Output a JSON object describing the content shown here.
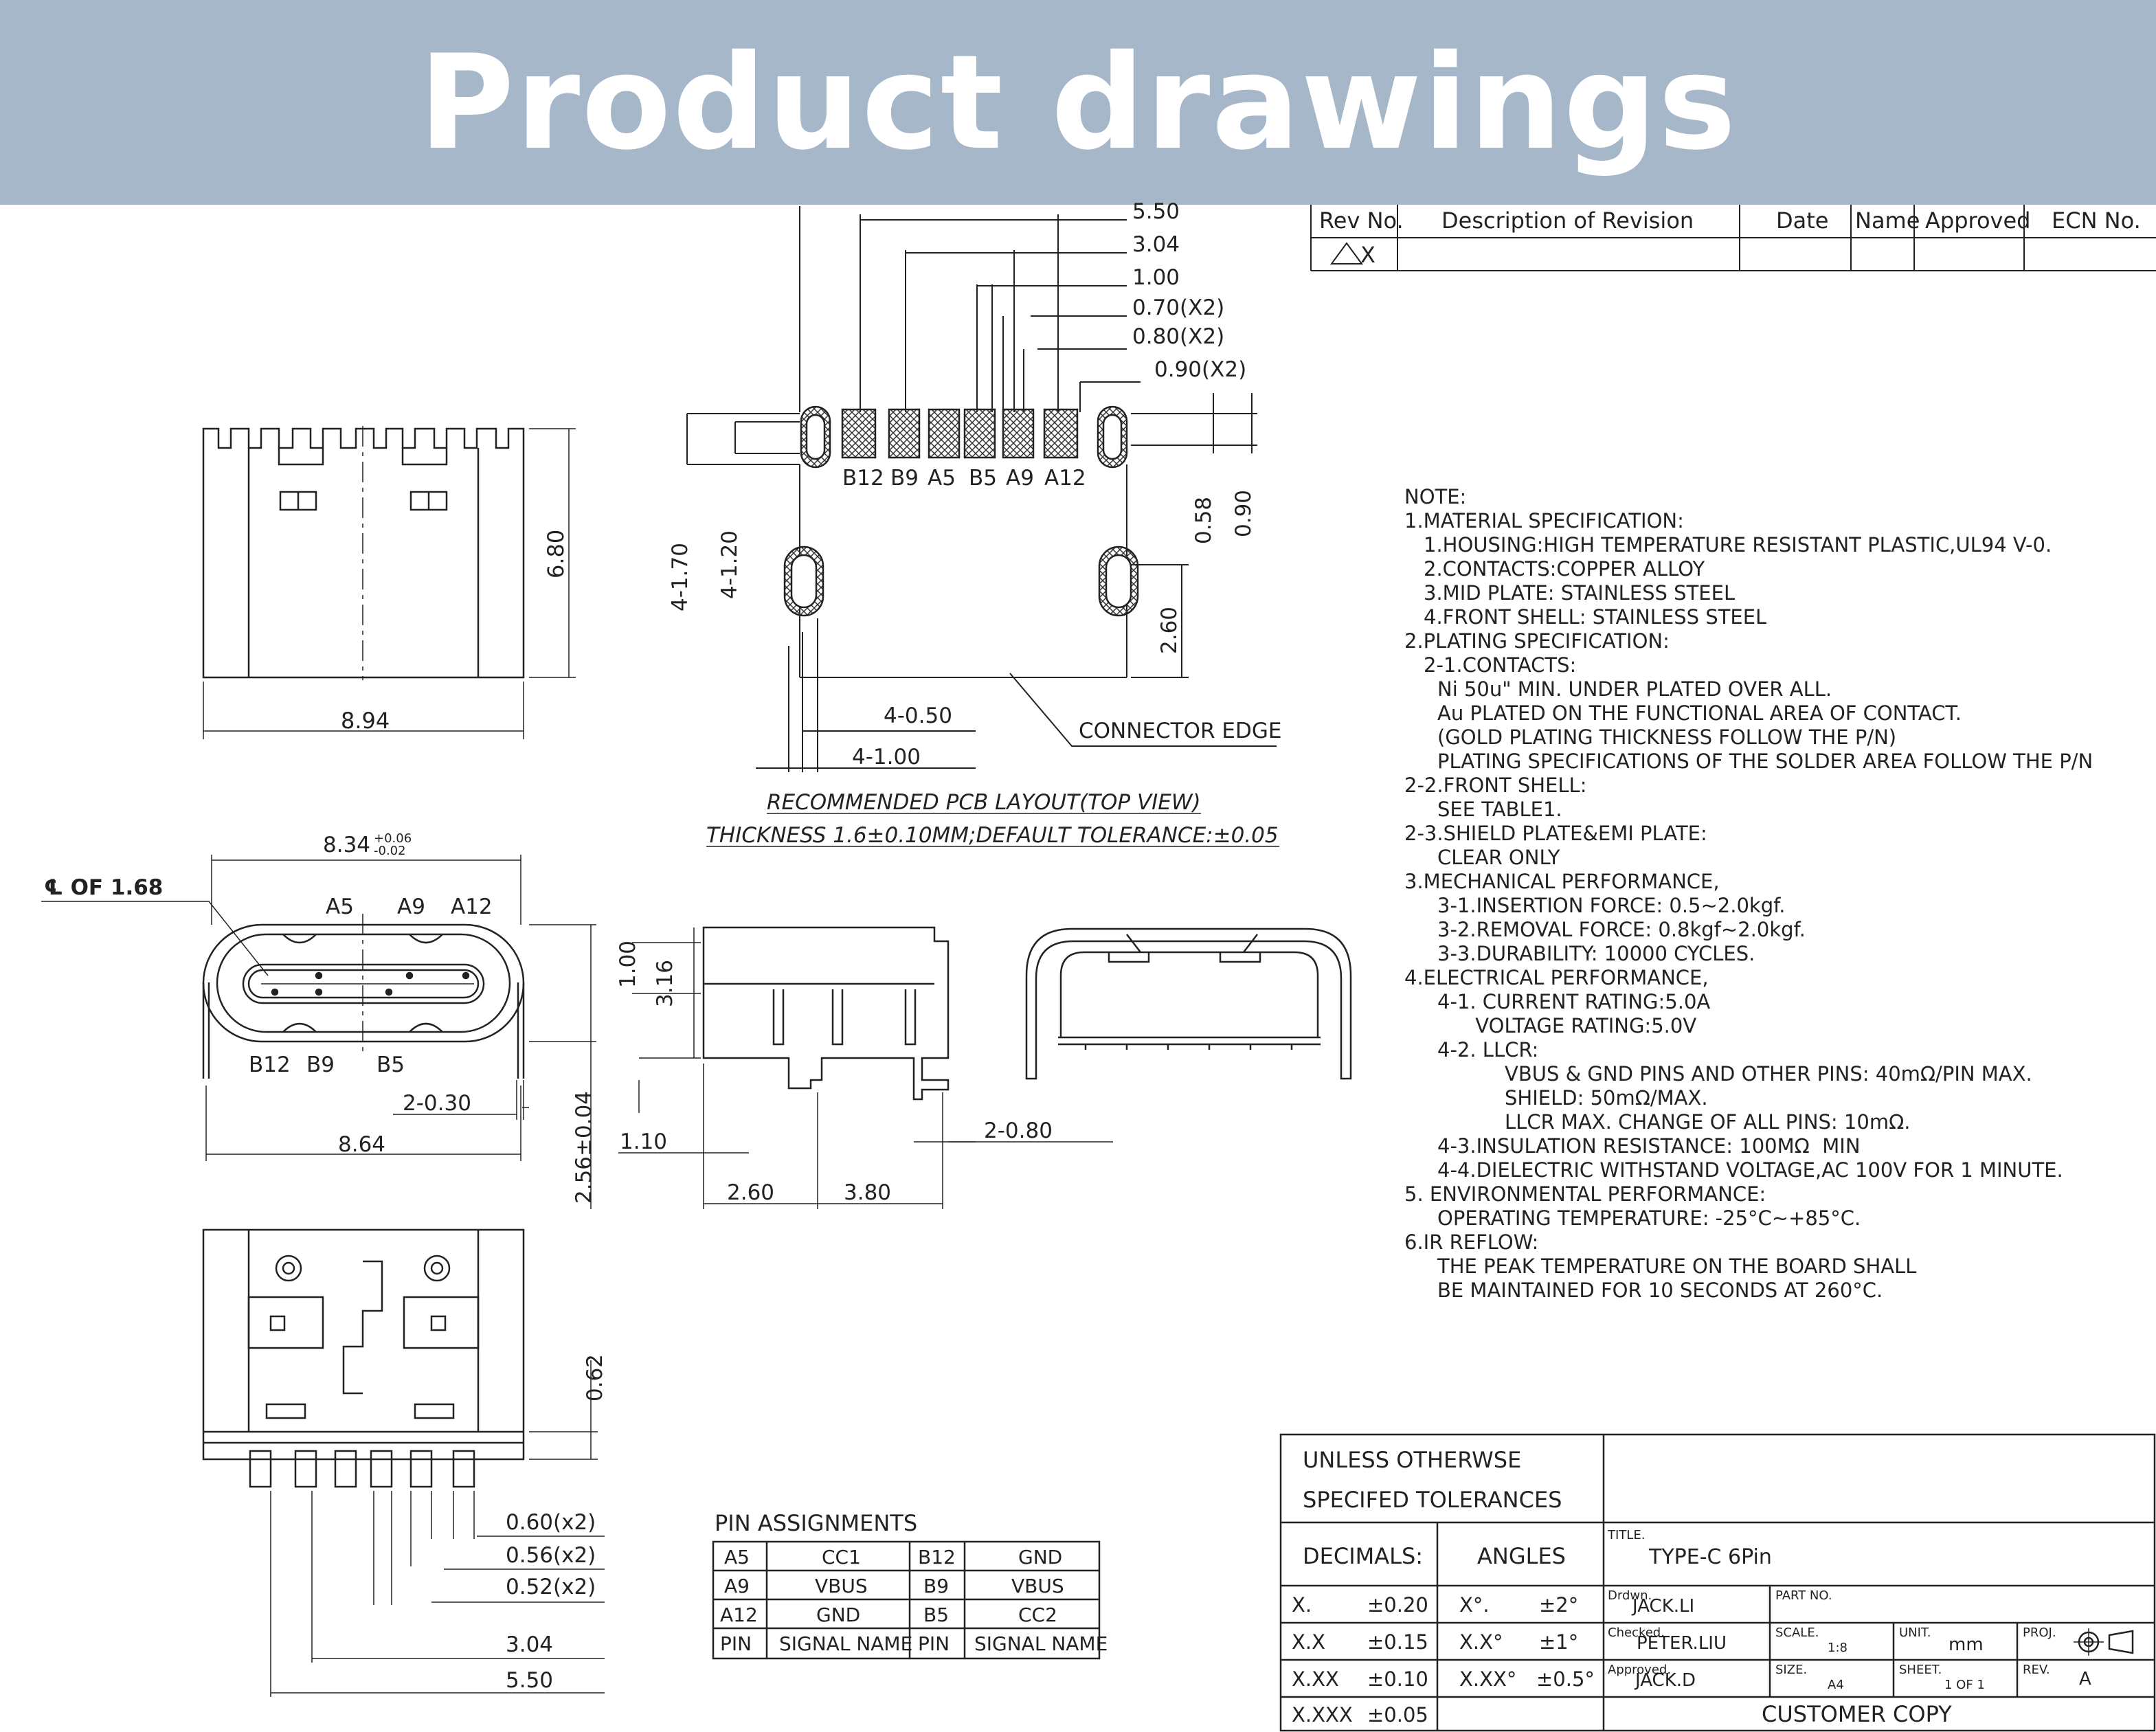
{
  "banner": {
    "title": "Product drawings"
  },
  "revision_table": {
    "headers": [
      "Rev No.",
      "Description of Revision",
      "Date",
      "Name",
      "Approved",
      "ECN No."
    ],
    "row": [
      "X",
      "",
      "",
      "",
      "",
      ""
    ]
  },
  "side_view": {
    "width": "8.94",
    "height": "6.80"
  },
  "pcb_layout": {
    "dims": [
      "5.50",
      "3.04",
      "1.00",
      "0.70(X2)",
      "0.80(X2)",
      "0.90(X2)"
    ],
    "pins": [
      "B12",
      "B9",
      "A5",
      "B5",
      "A9",
      "A12"
    ],
    "left_dims": [
      "4-1.70",
      "4-1.20"
    ],
    "right_dims": [
      "0.58",
      "0.90",
      "2.60"
    ],
    "bottom_dims": [
      "4-0.50",
      "4-1.00"
    ],
    "edge_label": "CONNECTOR EDGE",
    "caption1": "RECOMMENDED PCB LAYOUT(TOP VIEW)",
    "caption2": "THICKNESS 1.6±0.10MM;DEFAULT TOLERANCE:±0.05"
  },
  "front_view": {
    "centerline": "℄ OF 1.68",
    "top_dim": "8.34",
    "top_tol_plus": "+0.06",
    "top_tol_minus": "-0.02",
    "top_pins": [
      "A5",
      "A9",
      "A12"
    ],
    "bottom_pins": [
      "B12",
      "B9",
      "B5"
    ],
    "dim_030": "2-0.30",
    "dim_864": "8.64",
    "dim_256": "2.56±0.04"
  },
  "profile_view": {
    "dims_vertical": [
      "1.00",
      "3.16"
    ],
    "dim_110": "1.10",
    "dim_080": "2-0.80",
    "dim_260": "2.60",
    "dim_380": "3.80"
  },
  "bottom_view": {
    "dim_062": "0.62",
    "dims": [
      "0.60(x2)",
      "0.56(x2)",
      "0.52(x2)",
      "3.04",
      "5.50"
    ]
  },
  "pin_assignments": {
    "title": "PIN ASSIGNMENTS",
    "rows": [
      [
        "A5",
        "CC1",
        "B12",
        "GND"
      ],
      [
        "A9",
        "VBUS",
        "B9",
        "VBUS"
      ],
      [
        "A12",
        "GND",
        "B5",
        "CC2"
      ],
      [
        "PIN",
        "SIGNAL NAME",
        "PIN",
        "SIGNAL NAME"
      ]
    ]
  },
  "notes": [
    {
      "indent": 0,
      "text": "NOTE:"
    },
    {
      "indent": 0,
      "text": "1.MATERIAL SPECIFICATION:"
    },
    {
      "indent": 1,
      "text": "1.HOUSING:HIGH TEMPERATURE RESISTANT PLASTIC,UL94 V-0."
    },
    {
      "indent": 1,
      "text": "2.CONTACTS:COPPER ALLOY"
    },
    {
      "indent": 1,
      "text": "3.MID PLATE: STAINLESS STEEL"
    },
    {
      "indent": 1,
      "text": "4.FRONT SHELL: STAINLESS STEEL"
    },
    {
      "indent": 0,
      "text": "2.PLATING SPECIFICATION:"
    },
    {
      "indent": 1,
      "text": "2-1.CONTACTS:"
    },
    {
      "indent": 2,
      "text": "Ni 50u\" MIN. UNDER PLATED OVER ALL."
    },
    {
      "indent": 2,
      "text": "Au PLATED ON THE FUNCTIONAL AREA OF CONTACT."
    },
    {
      "indent": 2,
      "text": "(GOLD PLATING THICKNESS FOLLOW THE P/N)"
    },
    {
      "indent": 2,
      "text": "PLATING SPECIFICATIONS OF THE SOLDER AREA FOLLOW THE P/N"
    },
    {
      "indent": 0,
      "text": "2-2.FRONT SHELL:"
    },
    {
      "indent": 2,
      "text": "SEE TABLE1."
    },
    {
      "indent": 0,
      "text": "2-3.SHIELD PLATE&EMI PLATE:"
    },
    {
      "indent": 2,
      "text": "CLEAR ONLY"
    },
    {
      "indent": 0,
      "text": "3.MECHANICAL PERFORMANCE,"
    },
    {
      "indent": 2,
      "text": "3-1.INSERTION FORCE: 0.5~2.0kgf."
    },
    {
      "indent": 2,
      "text": "3-2.REMOVAL FORCE: 0.8kgf~2.0kgf."
    },
    {
      "indent": 2,
      "text": "3-3.DURABILITY: 10000 CYCLES."
    },
    {
      "indent": 0,
      "text": "4.ELECTRICAL PERFORMANCE,"
    },
    {
      "indent": 2,
      "text": "4-1. CURRENT RATING:5.0A"
    },
    {
      "indent": 2,
      "text": "      VOLTAGE RATING:5.0V"
    },
    {
      "indent": 2,
      "text": "4-2. LLCR:"
    },
    {
      "indent": 3,
      "text": "VBUS & GND PINS AND OTHER PINS: 40mΩ/PIN MAX."
    },
    {
      "indent": 3,
      "text": "SHIELD: 50mΩ/MAX."
    },
    {
      "indent": 3,
      "text": "LLCR MAX. CHANGE OF ALL PINS: 10mΩ."
    },
    {
      "indent": 2,
      "text": "4-3.INSULATION RESISTANCE: 100MΩ  MIN"
    },
    {
      "indent": 2,
      "text": "4-4.DIELECTRIC WITHSTAND VOLTAGE,AC 100V FOR 1 MINUTE."
    },
    {
      "indent": 0,
      "text": "5. ENVIRONMENTAL PERFORMANCE:"
    },
    {
      "indent": 2,
      "text": "OPERATING TEMPERATURE: -25°C~+85°C."
    },
    {
      "indent": 0,
      "text": "6.IR REFLOW:"
    },
    {
      "indent": 2,
      "text": "THE PEAK TEMPERATURE ON THE BOARD SHALL"
    },
    {
      "indent": 2,
      "text": "BE MAINTAINED FOR 10 SECONDS AT 260°C."
    }
  ],
  "title_block": {
    "tol_line1": "UNLESS OTHERWSE",
    "tol_line2": "SPECIFED TOLERANCES",
    "decimals": "DECIMALS:",
    "angles": "ANGLES",
    "rows": [
      [
        "X.",
        "±0.20",
        "X°.",
        "±2°"
      ],
      [
        "X.X",
        "±0.15",
        "X.X°",
        "±1°"
      ],
      [
        "X.XX",
        "±0.10",
        "X.XX°",
        "±0.5°"
      ],
      [
        "X.XXX",
        "±0.05",
        "",
        ""
      ]
    ],
    "title_label": "TITLE.",
    "title": "TYPE-C 6Pin",
    "drawn_label": "Drdwn.",
    "drawn": "JACK.LI",
    "part_label": "PART NO.",
    "checked_label": "Checked.",
    "checked": "PETER.LIU",
    "scale_label": "SCALE.",
    "scale": "1:8",
    "unit_label": "UNIT.",
    "unit": "mm",
    "proj_label": "PROJ.",
    "approved_label": "Approved.",
    "approved": "JACK.D",
    "size_label": "SIZE.",
    "size": "A4",
    "sheet_label": "SHEET.",
    "sheet": "1 OF 1",
    "rev_label": "REV.",
    "rev": "A",
    "copy": "CUSTOMER COPY"
  }
}
